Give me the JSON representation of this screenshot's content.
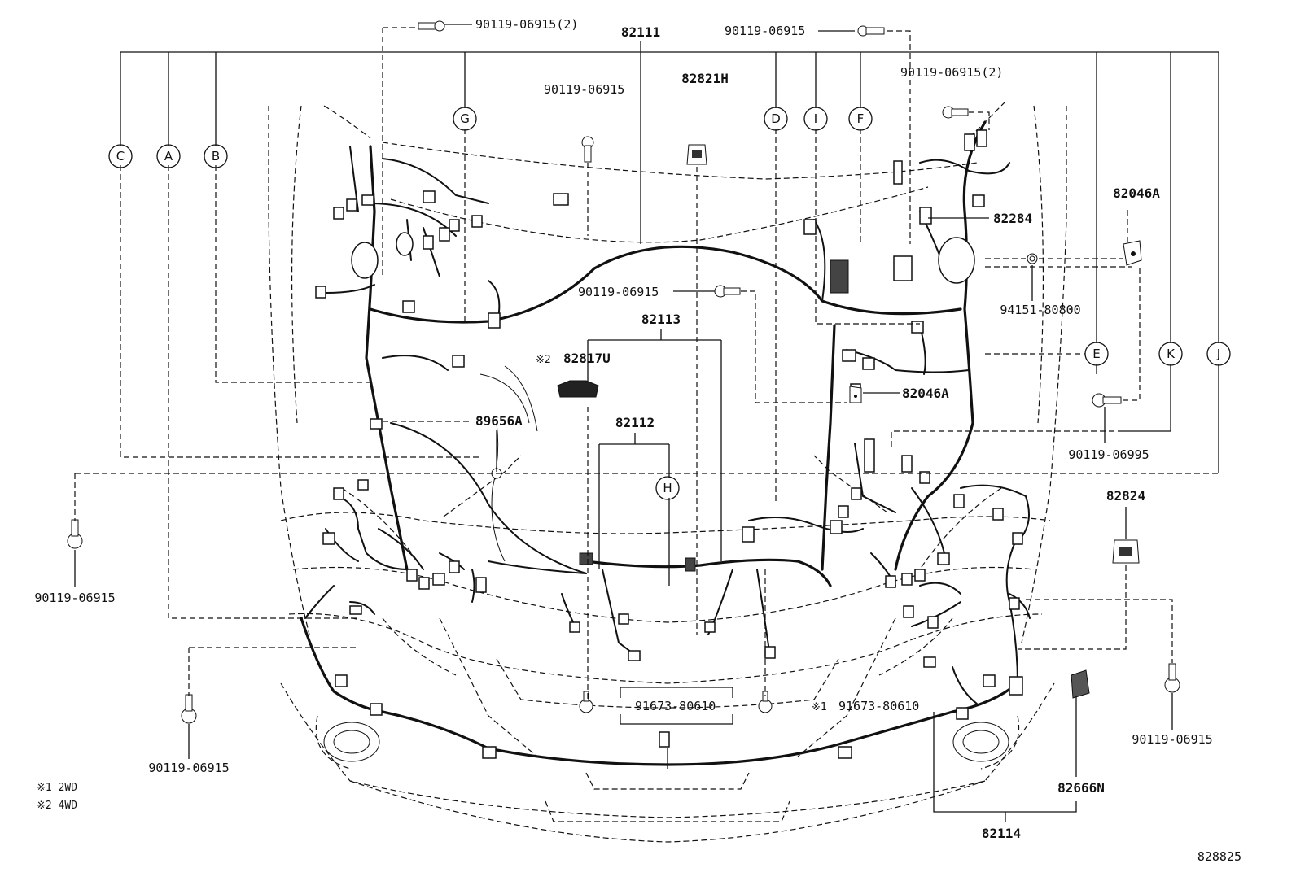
{
  "labels": {
    "top_left_bolt": "90119-06915(2)",
    "main_harness": "82111",
    "top_center_bolt": "90119-06915",
    "left_upper_bolt": "90119-06915",
    "clip_82821h": "82821H",
    "right_upper_bolt": "90119-06915(2)",
    "bracket_82046a_top": "82046A",
    "part_82284": "82284",
    "grommet_94151": "94151-80800",
    "center_bolt": "90119-06915",
    "harness_82113": "82113",
    "note_mark_2": "※2",
    "clamp_82817u": "82817U",
    "bracket_82046a_mid": "82046A",
    "bolt_06995": "90119-06995",
    "harness_82112": "82112",
    "sensor_89656a": "89656A",
    "clip_82824": "82824",
    "left_bolt": "90119-06915",
    "nut_left": "91673-80610",
    "note_mark_1": "※1",
    "nut_right": "91673-80610",
    "right_bolt": "90119-06915",
    "lower_left_bolt": "90119-06915",
    "clip_82666n": "82666N",
    "harness_82114": "82114",
    "diagram_id": "828825"
  },
  "callouts": {
    "C": "C",
    "A": "A",
    "B": "B",
    "G": "G",
    "D": "D",
    "I": "I",
    "F": "F",
    "E": "E",
    "K": "K",
    "J": "J",
    "H": "H"
  },
  "notes": {
    "n1": "※1 2WD",
    "n2": "※2 4WD"
  }
}
